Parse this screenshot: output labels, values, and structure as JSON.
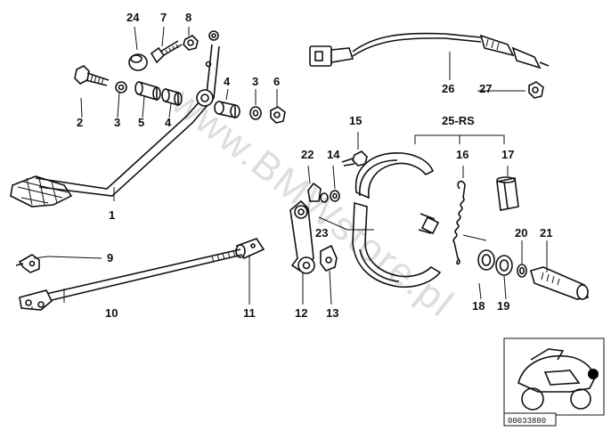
{
  "diagram": {
    "labels": [
      {
        "id": "lbl-24",
        "text": "24"
      },
      {
        "id": "lbl-7",
        "text": "7"
      },
      {
        "id": "lbl-8",
        "text": "8"
      },
      {
        "id": "lbl-2",
        "text": "2"
      },
      {
        "id": "lbl-3a",
        "text": "3"
      },
      {
        "id": "lbl-5",
        "text": "5"
      },
      {
        "id": "lbl-4a",
        "text": "4"
      },
      {
        "id": "lbl-4b",
        "text": "4"
      },
      {
        "id": "lbl-3b",
        "text": "3"
      },
      {
        "id": "lbl-6",
        "text": "6"
      },
      {
        "id": "lbl-26",
        "text": "26"
      },
      {
        "id": "lbl-27",
        "text": "27"
      },
      {
        "id": "lbl-15",
        "text": "15"
      },
      {
        "id": "lbl-25rs",
        "text": "25-RS"
      },
      {
        "id": "lbl-22",
        "text": "22"
      },
      {
        "id": "lbl-14",
        "text": "14"
      },
      {
        "id": "lbl-16",
        "text": "16"
      },
      {
        "id": "lbl-17",
        "text": "17"
      },
      {
        "id": "lbl-1",
        "text": "1"
      },
      {
        "id": "lbl-23",
        "text": "23"
      },
      {
        "id": "lbl-20",
        "text": "20"
      },
      {
        "id": "lbl-21",
        "text": "21"
      },
      {
        "id": "lbl-9",
        "text": "9"
      },
      {
        "id": "lbl-10",
        "text": "10"
      },
      {
        "id": "lbl-11",
        "text": "11"
      },
      {
        "id": "lbl-12",
        "text": "12"
      },
      {
        "id": "lbl-13",
        "text": "13"
      },
      {
        "id": "lbl-18",
        "text": "18"
      },
      {
        "id": "lbl-19",
        "text": "19"
      }
    ],
    "watermark": "www.BMWstore.pl",
    "thumbnail_code": "00033880"
  }
}
